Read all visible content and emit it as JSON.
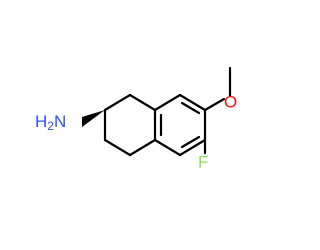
{
  "molecule": {
    "labels": {
      "amine": {
        "main": "H",
        "sub": "2",
        "tail": "N"
      },
      "oxygen": "O",
      "fluorine": "F"
    },
    "colors": {
      "bond": "#000000",
      "nitrogen": "#3050f8",
      "oxygen": "#ff0d0d",
      "fluorine": "#90e050"
    }
  }
}
